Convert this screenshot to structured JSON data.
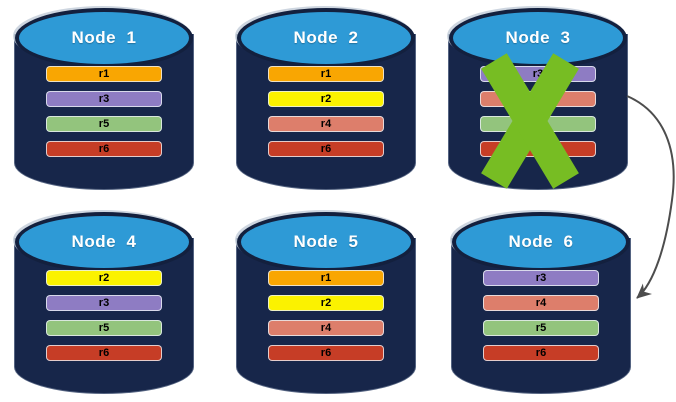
{
  "nodes": [
    {
      "name": "Node  1",
      "replicas": [
        "r1",
        "r3",
        "r5",
        "r6"
      ]
    },
    {
      "name": "Node  2",
      "replicas": [
        "r1",
        "r2",
        "r4",
        "r6"
      ]
    },
    {
      "name": "Node  3",
      "replicas": [
        "r3",
        "r4",
        "r5",
        "r6"
      ],
      "failed": true
    },
    {
      "name": "Node  4",
      "replicas": [
        "r2",
        "r3",
        "r5",
        "r6"
      ]
    },
    {
      "name": "Node  5",
      "replicas": [
        "r1",
        "r2",
        "r4",
        "r6"
      ]
    },
    {
      "name": "Node  6",
      "replicas": [
        "r3",
        "r4",
        "r5",
        "r6"
      ]
    }
  ],
  "replica_colors": {
    "r1": "#F9A602",
    "r2": "#FBF200",
    "r3": "#8E7CC3",
    "r4": "#DD7E6B",
    "r5": "#93C47D",
    "r6": "#C63D26"
  },
  "colors": {
    "cylinder_top": "#2E9AD6",
    "cylinder_body": "#17264A",
    "failure_x": "#77BD23",
    "arrow": "#4D4D4D"
  },
  "arrow": {
    "from": "Node  3",
    "to": "Node  6"
  }
}
